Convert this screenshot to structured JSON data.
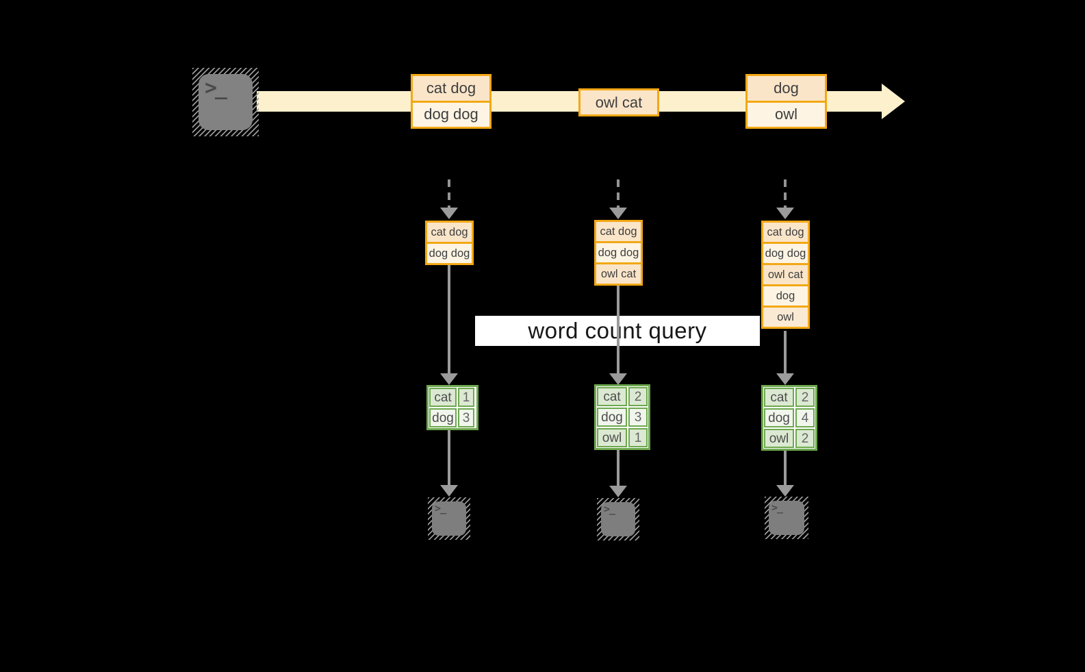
{
  "palette": {
    "background": "#000000",
    "stream_band": "#FCF0CD",
    "record_border": "#F2A815",
    "record_fill_dark": "#FAE5C9",
    "record_fill_light": "#FDF4E4",
    "record_fill_mid": "#FBEAD3",
    "table_border": "#6DA84E",
    "table_fill_green": "#DCE9D2",
    "table_fill_white": "#F1F6ED",
    "arrow_gray": "#9B9B9B",
    "terminal_gray": "#818181",
    "banner_bg": "#FFFFFF"
  },
  "source_terminal": {
    "prompt_glyph": ">_"
  },
  "stream": {
    "records": [
      {
        "cells": [
          "cat dog",
          "dog dog"
        ]
      },
      {
        "cells": [
          "owl cat"
        ]
      },
      {
        "cells": [
          "dog",
          "owl"
        ]
      }
    ]
  },
  "banner": {
    "label": "word count query"
  },
  "columns": [
    {
      "buffer": {
        "cells": [
          "cat dog",
          "dog dog"
        ]
      },
      "counts": {
        "rows": [
          {
            "word": "cat",
            "count": "1"
          },
          {
            "word": "dog",
            "count": "3"
          }
        ]
      },
      "terminal": {
        "prompt_glyph": ">_"
      }
    },
    {
      "buffer": {
        "cells": [
          "cat dog",
          "dog dog",
          "owl cat"
        ]
      },
      "counts": {
        "rows": [
          {
            "word": "cat",
            "count": "2"
          },
          {
            "word": "dog",
            "count": "3"
          },
          {
            "word": "owl",
            "count": "1"
          }
        ]
      },
      "terminal": {
        "prompt_glyph": ">_"
      }
    },
    {
      "buffer": {
        "cells": [
          "cat dog",
          "dog dog",
          "owl cat",
          "dog",
          "owl"
        ]
      },
      "counts": {
        "rows": [
          {
            "word": "cat",
            "count": "2"
          },
          {
            "word": "dog",
            "count": "4"
          },
          {
            "word": "owl",
            "count": "2"
          }
        ]
      },
      "terminal": {
        "prompt_glyph": ">_"
      }
    }
  ]
}
